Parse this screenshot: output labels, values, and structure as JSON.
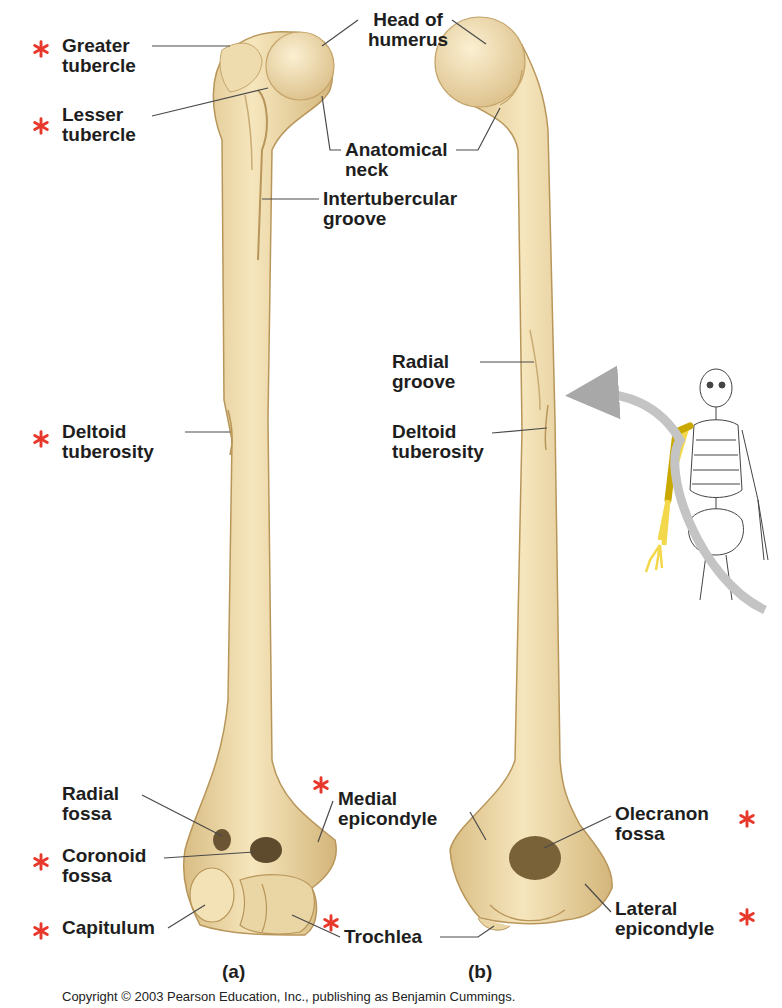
{
  "diagram": {
    "labels": [
      "Greater tubercle",
      "Lesser tubercle",
      "Head of humerus",
      "Anatomical neck",
      "Intertubercular groove",
      "Radial groove",
      "Deltoid tuberosity",
      "Deltoid tuberosity",
      "Radial fossa",
      "Coronoid fossa",
      "Capitulum",
      "Medial epicondyle",
      "Trochlea",
      "Olecranon fossa",
      "Lateral epicondyle",
      "(a)",
      "(b)",
      "Copyright © 2003 Pearson Education, Inc., publishing as Benjamin Cummings."
    ]
  }
}
